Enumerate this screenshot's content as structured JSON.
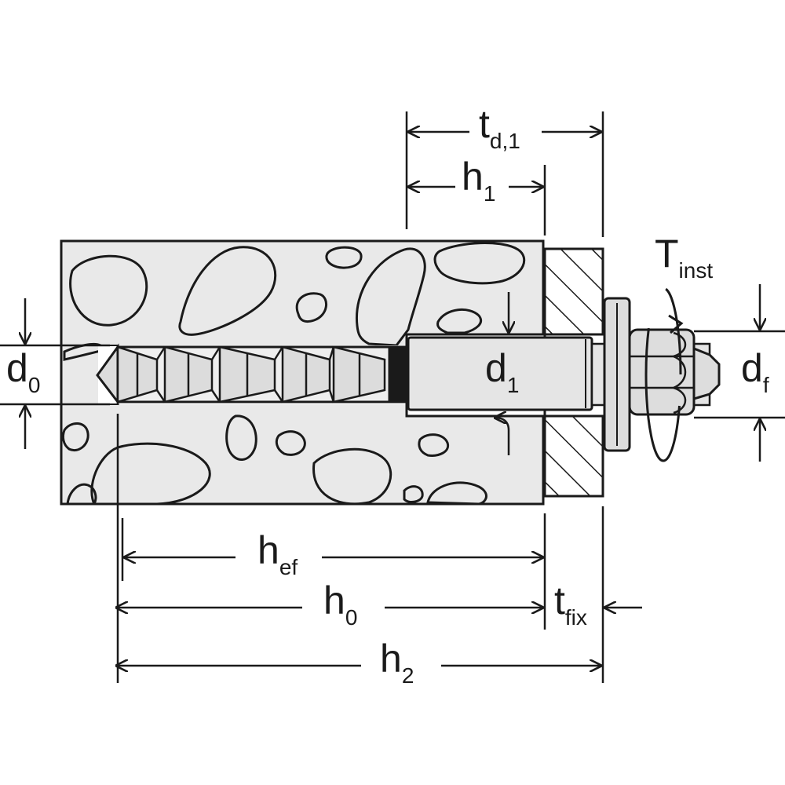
{
  "labels": {
    "td1": {
      "main": "t",
      "sub": "d,1"
    },
    "h1": {
      "main": "h",
      "sub": "1"
    },
    "tinst": {
      "main": "T",
      "sub": "inst"
    },
    "d0": {
      "main": "d",
      "sub": "0"
    },
    "d1": {
      "main": "d",
      "sub": "1"
    },
    "df": {
      "main": "d",
      "sub": "f"
    },
    "hef": {
      "main": "h",
      "sub": "ef"
    },
    "h0": {
      "main": "h",
      "sub": "0"
    },
    "tfix": {
      "main": "t",
      "sub": "fix"
    },
    "h2": {
      "main": "h",
      "sub": "2"
    }
  },
  "colors": {
    "line": "#1a1a1a",
    "concrete": "#e9e9e9",
    "metal": "#dcdcdc",
    "background": "#ffffff"
  }
}
